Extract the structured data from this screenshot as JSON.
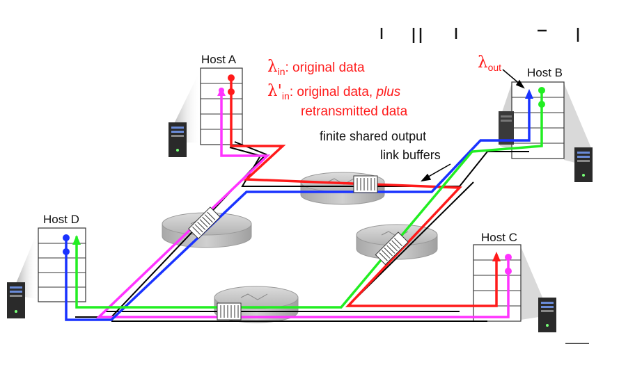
{
  "hosts": {
    "a": "Host A",
    "b": "Host B",
    "c": "Host C",
    "d": "Host D"
  },
  "labels": {
    "lambda_in_symbol": "λ",
    "lambda_in_sub": "in",
    "lambda_in_text": ": original data",
    "lambda_in_prime_symbol": "λ'",
    "lambda_in_prime_sub": "in",
    "lambda_in_prime_text": ": original data, ",
    "lambda_in_prime_plus": "plus",
    "lambda_in_prime_text2": "retransmitted data",
    "lambda_out_symbol": "λ",
    "lambda_out_sub": "out",
    "buffers_line1": "finite shared output",
    "buffers_line2": "link buffers"
  },
  "colors": {
    "red_flow": "#ff1a1a",
    "magenta_flow": "#ff33ff",
    "blue_flow": "#1a33ff",
    "green_flow": "#22ee22",
    "router_fill": "#c8c8c8",
    "link": "#000000"
  }
}
